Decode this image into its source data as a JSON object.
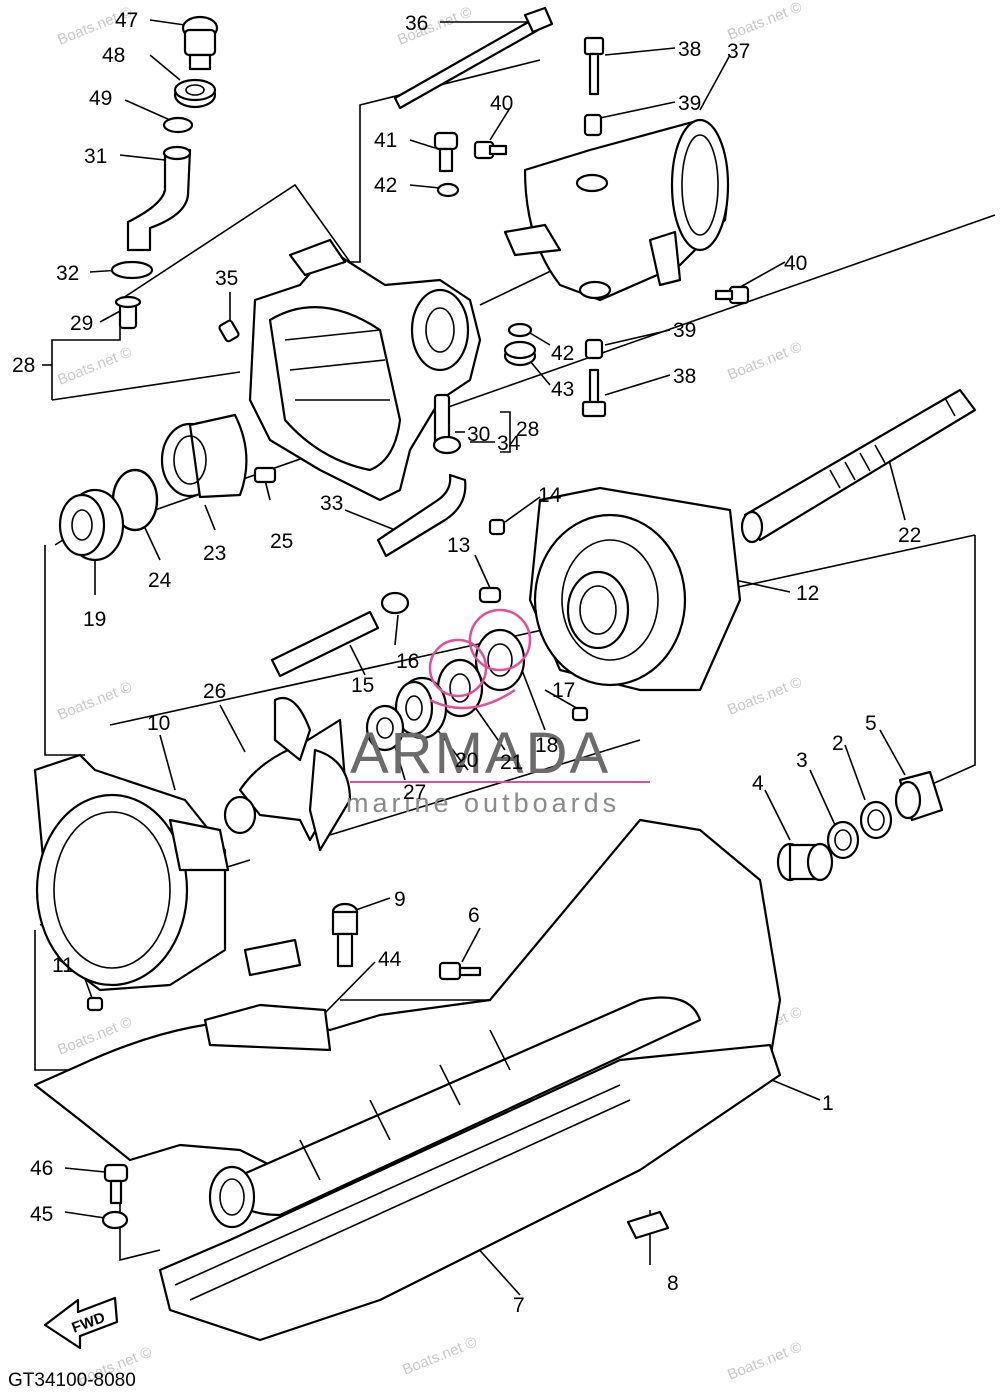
{
  "drawing_code": "GT34100-8080",
  "watermark_text": "Boats.net ©",
  "brand": {
    "name": "ARMADA",
    "tagline": "marine outboards",
    "accent_color": "#e14f9a"
  },
  "fwd_label": "FWD",
  "callouts": [
    "1",
    "2",
    "3",
    "4",
    "5",
    "6",
    "7",
    "8",
    "9",
    "10",
    "11",
    "12",
    "13",
    "14",
    "15",
    "16",
    "17",
    "18",
    "19",
    "20",
    "21",
    "22",
    "23",
    "24",
    "25",
    "26",
    "27",
    "28",
    "28",
    "29",
    "30",
    "31",
    "32",
    "33",
    "34",
    "35",
    "36",
    "37",
    "38",
    "38",
    "39",
    "39",
    "40",
    "40",
    "41",
    "42",
    "42",
    "43",
    "44",
    "45",
    "46",
    "47",
    "48",
    "49"
  ]
}
